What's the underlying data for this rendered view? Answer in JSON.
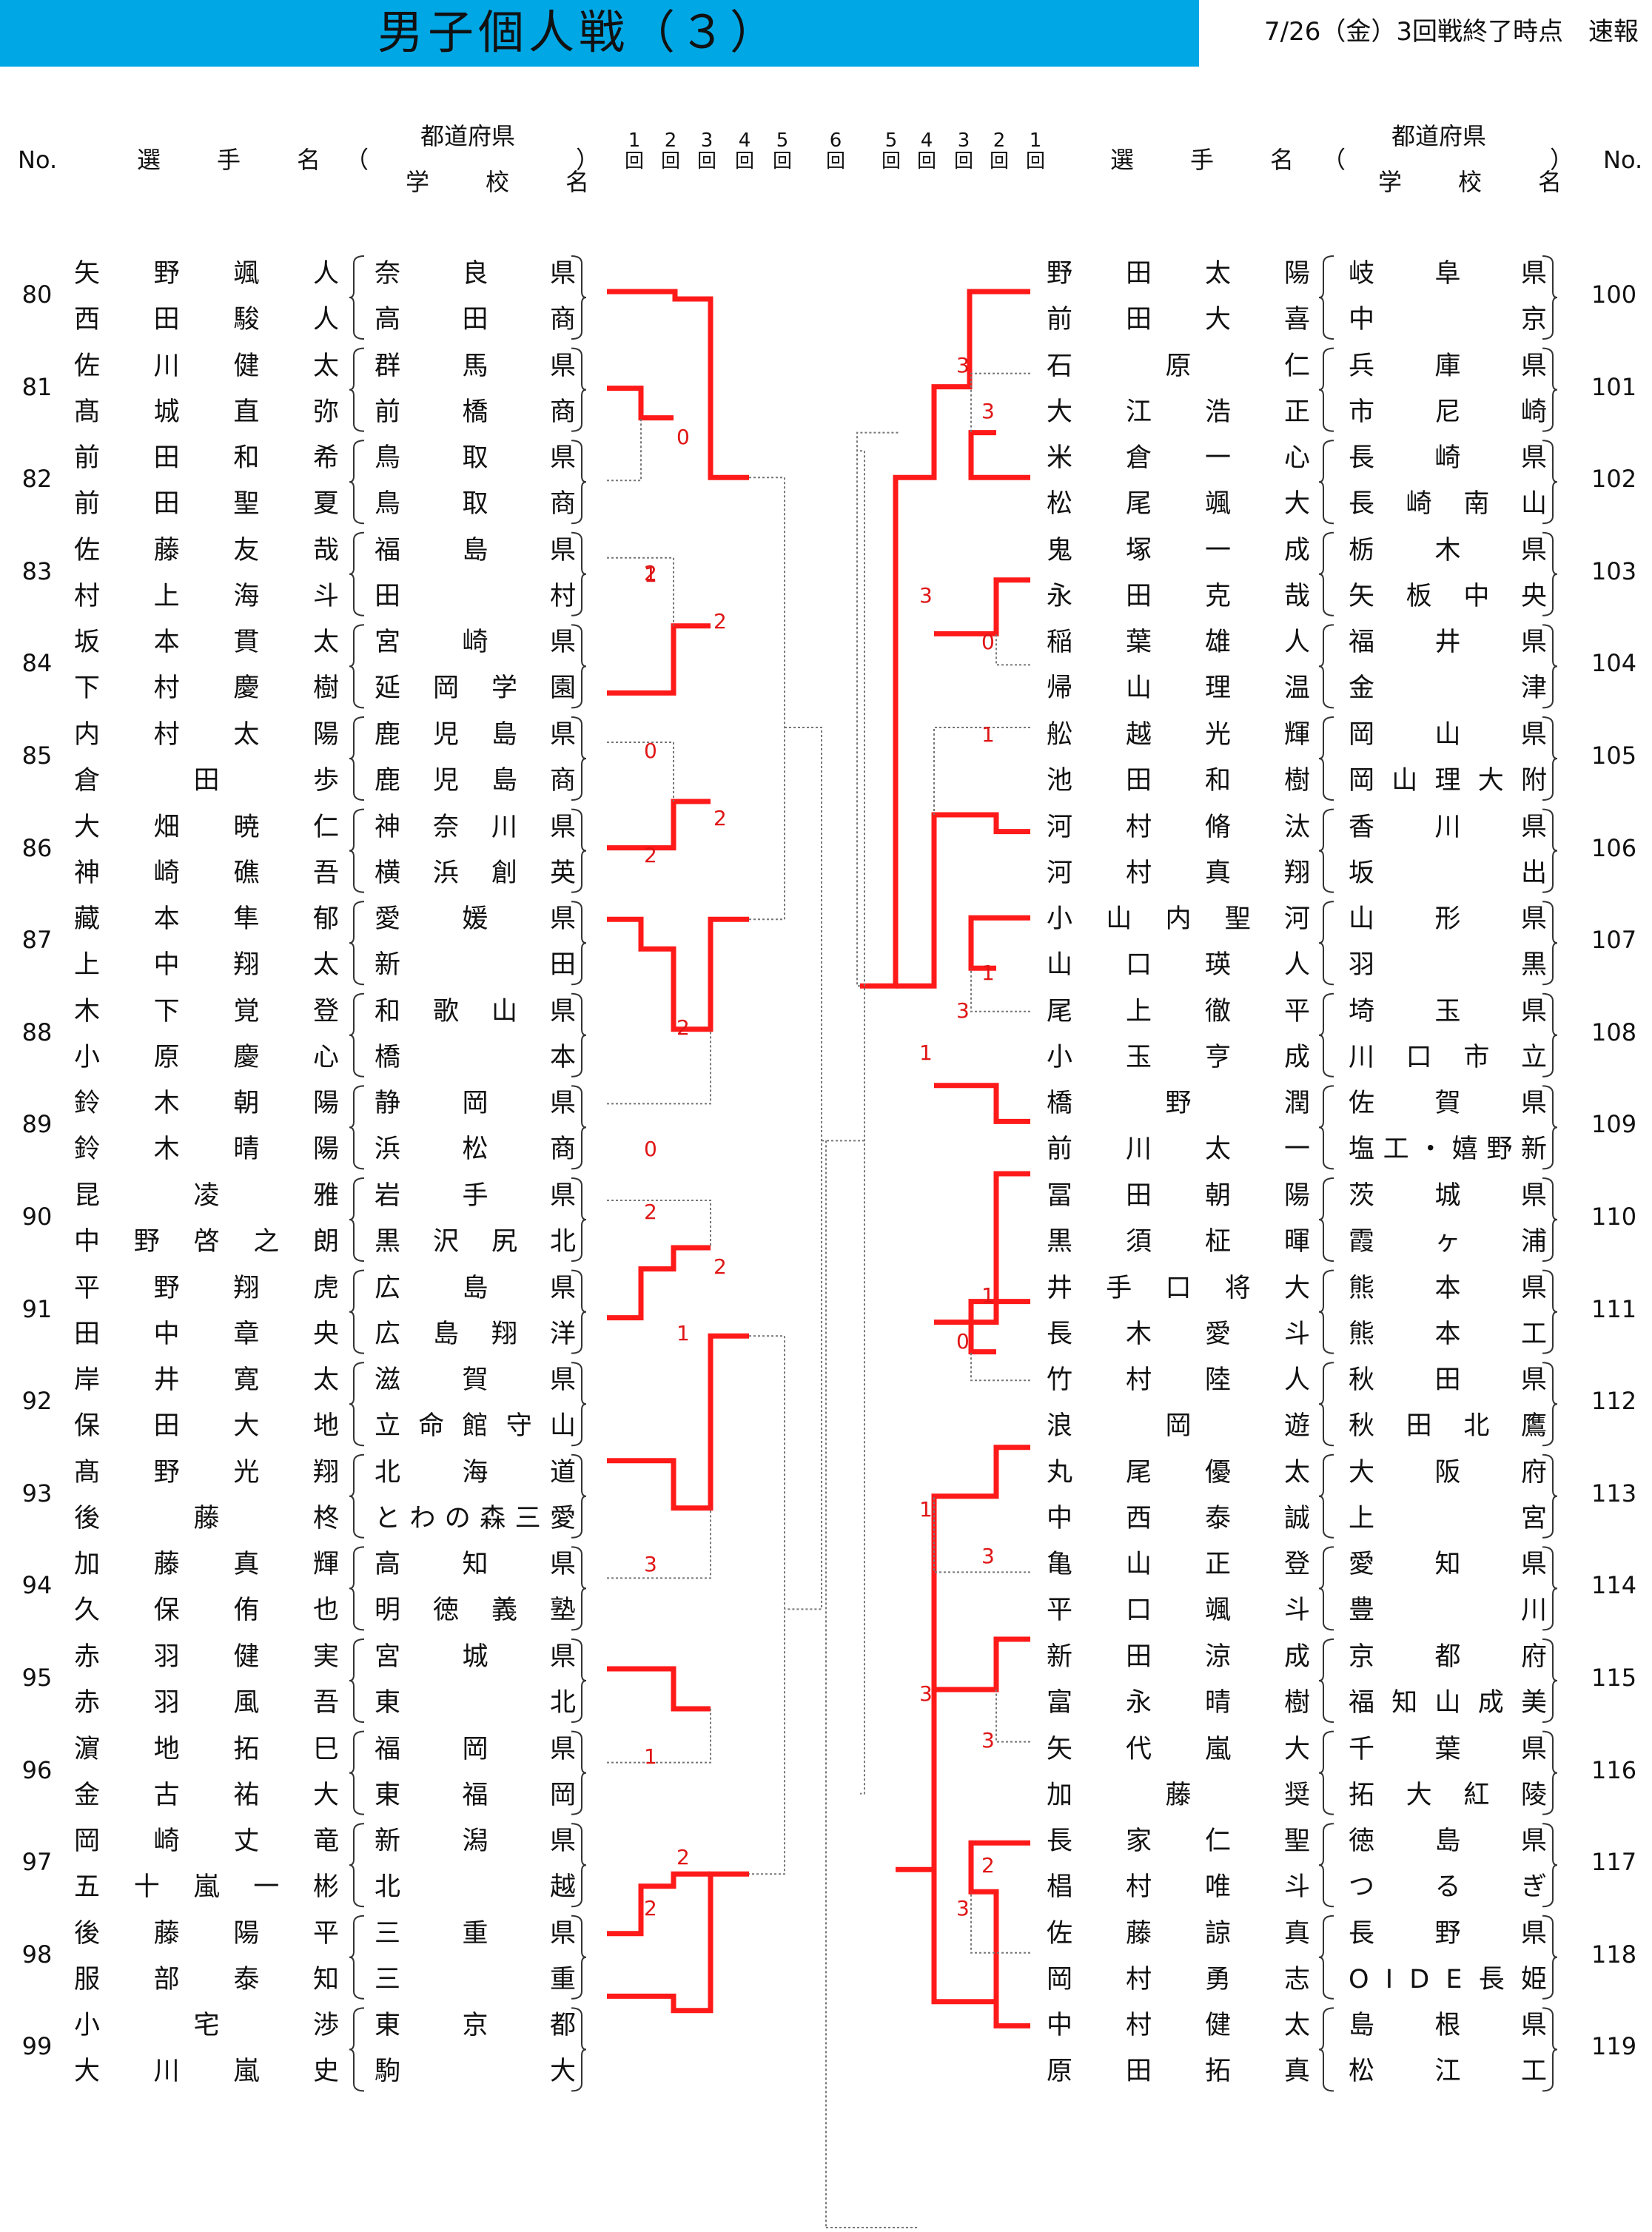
{
  "header": {
    "title": "男子個人戦（３）",
    "status": "7/26（金）3回戦終了時点　速報",
    "no_label": "No.",
    "name_label": "選　手　名",
    "open_paren": "（",
    "close_paren": "）",
    "pref_label": "都道府県",
    "school_label": "学　校　名",
    "round_marker": "回",
    "rounds_left": [
      "1",
      "2",
      "3",
      "4",
      "5",
      "6"
    ],
    "rounds_right": [
      "5",
      "4",
      "3",
      "2",
      "1"
    ]
  },
  "colors": {
    "title_bg": "#00a7e5",
    "winner_line": "#ff1a1a",
    "score": "#e01515",
    "loser_line": "#777777"
  },
  "left_matches": [
    {
      "no": "80",
      "players": [
        {
          "name": "矢野颯人",
          "school": "奈良県"
        },
        {
          "name": "西田駿人",
          "school": "高田商"
        }
      ]
    },
    {
      "no": "81",
      "players": [
        {
          "name": "佐川健太",
          "school": "群馬県"
        },
        {
          "name": "髙城直弥",
          "school": "前橋商"
        }
      ]
    },
    {
      "no": "82",
      "players": [
        {
          "name": "前田和希",
          "school": "鳥取県"
        },
        {
          "name": "前田聖夏",
          "school": "鳥取商"
        }
      ]
    },
    {
      "no": "83",
      "players": [
        {
          "name": "佐藤友哉",
          "school": "福島県"
        },
        {
          "name": "村上海斗",
          "school": "田村"
        }
      ]
    },
    {
      "no": "84",
      "players": [
        {
          "name": "坂本貫太",
          "school": "宮崎県"
        },
        {
          "name": "下村慶樹",
          "school": "延岡学園"
        }
      ]
    },
    {
      "no": "85",
      "players": [
        {
          "name": "内村太陽",
          "school": "鹿児島県"
        },
        {
          "name": "倉田歩",
          "school": "鹿児島商"
        }
      ]
    },
    {
      "no": "86",
      "players": [
        {
          "name": "大畑暁仁",
          "school": "神奈川県"
        },
        {
          "name": "神崎礁吾",
          "school": "横浜創英"
        }
      ]
    },
    {
      "no": "87",
      "players": [
        {
          "name": "藏本隼郁",
          "school": "愛媛県"
        },
        {
          "name": "上中翔太",
          "school": "新田"
        }
      ]
    },
    {
      "no": "88",
      "players": [
        {
          "name": "木下覚登",
          "school": "和歌山県"
        },
        {
          "name": "小原慶心",
          "school": "橋本"
        }
      ]
    },
    {
      "no": "89",
      "players": [
        {
          "name": "鈴木朝陽",
          "school": "静岡県"
        },
        {
          "name": "鈴木晴陽",
          "school": "浜松商"
        }
      ]
    },
    {
      "no": "90",
      "players": [
        {
          "name": "昆凌雅",
          "school": "岩手県"
        },
        {
          "name": "中野啓之朗",
          "school": "黒沢尻北"
        }
      ]
    },
    {
      "no": "91",
      "players": [
        {
          "name": "平野翔虎",
          "school": "広島県"
        },
        {
          "name": "田中章央",
          "school": "広島翔洋"
        }
      ]
    },
    {
      "no": "92",
      "players": [
        {
          "name": "岸井寛太",
          "school": "滋賀県"
        },
        {
          "name": "保田大地",
          "school": "立命館守山"
        }
      ]
    },
    {
      "no": "93",
      "players": [
        {
          "name": "髙野光翔",
          "school": "北海道"
        },
        {
          "name": "後藤柊",
          "school": "とわの森三愛"
        }
      ]
    },
    {
      "no": "94",
      "players": [
        {
          "name": "加藤真輝",
          "school": "高知県"
        },
        {
          "name": "久保侑也",
          "school": "明徳義塾"
        }
      ]
    },
    {
      "no": "95",
      "players": [
        {
          "name": "赤羽健実",
          "school": "宮城県"
        },
        {
          "name": "赤羽風吾",
          "school": "東北"
        }
      ]
    },
    {
      "no": "96",
      "players": [
        {
          "name": "濵地拓巳",
          "school": "福岡県"
        },
        {
          "name": "金古祐大",
          "school": "東福岡"
        }
      ]
    },
    {
      "no": "97",
      "players": [
        {
          "name": "岡崎丈竜",
          "school": "新潟県"
        },
        {
          "name": "五十嵐一彬",
          "school": "北越"
        }
      ]
    },
    {
      "no": "98",
      "players": [
        {
          "name": "後藤陽平",
          "school": "三重県"
        },
        {
          "name": "服部泰知",
          "school": "三重"
        }
      ]
    },
    {
      "no": "99",
      "players": [
        {
          "name": "小宅渉",
          "school": "東京都"
        },
        {
          "name": "大川嵐史",
          "school": "駒大"
        }
      ]
    }
  ],
  "right_matches": [
    {
      "no": "100",
      "players": [
        {
          "name": "野田太陽",
          "school": "岐阜県"
        },
        {
          "name": "前田大喜",
          "school": "中京"
        }
      ]
    },
    {
      "no": "101",
      "players": [
        {
          "name": "石原仁",
          "school": "兵庫県"
        },
        {
          "name": "大江浩正",
          "school": "市尼崎"
        }
      ]
    },
    {
      "no": "102",
      "players": [
        {
          "name": "米倉一心",
          "school": "長崎県"
        },
        {
          "name": "松尾颯大",
          "school": "長崎南山"
        }
      ]
    },
    {
      "no": "103",
      "players": [
        {
          "name": "鬼塚一成",
          "school": "栃木県"
        },
        {
          "name": "永田克哉",
          "school": "矢板中央"
        }
      ]
    },
    {
      "no": "104",
      "players": [
        {
          "name": "稲葉雄人",
          "school": "福井県"
        },
        {
          "name": "帰山理温",
          "school": "金津"
        }
      ]
    },
    {
      "no": "105",
      "players": [
        {
          "name": "舩越光輝",
          "school": "岡山県"
        },
        {
          "name": "池田和樹",
          "school": "岡山理大附"
        }
      ]
    },
    {
      "no": "106",
      "players": [
        {
          "name": "河村脩汰",
          "school": "香川県"
        },
        {
          "name": "河村真翔",
          "school": "坂出"
        }
      ]
    },
    {
      "no": "107",
      "players": [
        {
          "name": "小山内聖河",
          "school": "山形県"
        },
        {
          "name": "山口瑛人",
          "school": "羽黒"
        }
      ]
    },
    {
      "no": "108",
      "players": [
        {
          "name": "尾上徹平",
          "school": "埼玉県"
        },
        {
          "name": "小玉亨成",
          "school": "川口市立"
        }
      ]
    },
    {
      "no": "109",
      "players": [
        {
          "name": "橋野潤",
          "school": "佐賀県"
        },
        {
          "name": "前川太一",
          "school": "塩工・嬉野新"
        }
      ]
    },
    {
      "no": "110",
      "players": [
        {
          "name": "冨田朝陽",
          "school": "茨城県"
        },
        {
          "name": "黒須柾暉",
          "school": "霞ヶ浦"
        }
      ]
    },
    {
      "no": "111",
      "players": [
        {
          "name": "井手口将大",
          "school": "熊本県"
        },
        {
          "name": "長木愛斗",
          "school": "熊本工"
        }
      ]
    },
    {
      "no": "112",
      "players": [
        {
          "name": "竹村陸人",
          "school": "秋田県"
        },
        {
          "name": "浪岡遊",
          "school": "秋田北鷹"
        }
      ]
    },
    {
      "no": "113",
      "players": [
        {
          "name": "丸尾優太",
          "school": "大阪府"
        },
        {
          "name": "中西泰誠",
          "school": "上宮"
        }
      ]
    },
    {
      "no": "114",
      "players": [
        {
          "name": "亀山正登",
          "school": "愛知県"
        },
        {
          "name": "平口颯斗",
          "school": "豊川"
        }
      ]
    },
    {
      "no": "115",
      "players": [
        {
          "name": "新田涼成",
          "school": "京都府"
        },
        {
          "name": "富永晴樹",
          "school": "福知山成美"
        }
      ]
    },
    {
      "no": "116",
      "players": [
        {
          "name": "矢代嵐大",
          "school": "千葉県"
        },
        {
          "name": "加藤奨",
          "school": "拓大紅陵"
        }
      ]
    },
    {
      "no": "117",
      "players": [
        {
          "name": "長家仁聖",
          "school": "徳島県"
        },
        {
          "name": "椙村唯斗",
          "school": "つるぎ"
        }
      ]
    },
    {
      "no": "118",
      "players": [
        {
          "name": "佐藤諒真",
          "school": "長野県"
        },
        {
          "name": "岡村勇志",
          "school": "OIDE長姫"
        }
      ]
    },
    {
      "no": "119",
      "players": [
        {
          "name": "中村健太",
          "school": "島根県"
        },
        {
          "name": "原田拓真",
          "school": "松江工"
        }
      ]
    }
  ],
  "scores": {
    "left": [
      {
        "block": 1,
        "row": 2.8,
        "col": "r2",
        "value": "2"
      },
      {
        "block": 2,
        "row": 0.05,
        "col": "r2b",
        "value": "0"
      },
      {
        "block": 3,
        "row": 0.6,
        "col": "r2",
        "value": "1"
      },
      {
        "block": 4,
        "row": 0.05,
        "col": "r3",
        "value": "2"
      },
      {
        "block": 5,
        "row": 0.5,
        "col": "r2",
        "value": "0"
      },
      {
        "block": 6,
        "row": 0.2,
        "col": "r3",
        "value": "2"
      },
      {
        "block": 6,
        "row": 0.65,
        "col": "r2",
        "value": "2"
      },
      {
        "block": 8,
        "row": 0.5,
        "col": "r2b",
        "value": "2"
      },
      {
        "block": 9,
        "row": 0.85,
        "col": "r2",
        "value": "0"
      },
      {
        "block": 10,
        "row": 0.5,
        "col": "r2",
        "value": "2"
      },
      {
        "block": 11,
        "row": 0.05,
        "col": "r3",
        "value": "2"
      },
      {
        "block": 11,
        "row": 0.85,
        "col": "r2b",
        "value": "1"
      },
      {
        "block": 14,
        "row": 0.3,
        "col": "r2",
        "value": "3"
      },
      {
        "block": 16,
        "row": 0.4,
        "col": "r2",
        "value": "1"
      },
      {
        "block": 17,
        "row": 0.5,
        "col": "r2b",
        "value": "2"
      },
      {
        "block": 18,
        "row": 0.0,
        "col": "r2",
        "value": "2"
      }
    ],
    "right": [
      {
        "block": 1,
        "row": 0.3,
        "col": "r2b",
        "value": "3"
      },
      {
        "block": 1,
        "row": 0.85,
        "col": "r2",
        "value": "3"
      },
      {
        "block": 3,
        "row": 0.85,
        "col": "r3",
        "value": "3"
      },
      {
        "block": 4,
        "row": 0.3,
        "col": "r2",
        "value": "0"
      },
      {
        "block": 5,
        "row": 0.3,
        "col": "r2",
        "value": "1"
      },
      {
        "block": 7,
        "row": 0.95,
        "col": "r2",
        "value": "1"
      },
      {
        "block": 8,
        "row": 0.3,
        "col": "r2b",
        "value": "3"
      },
      {
        "block": 8,
        "row": 0.8,
        "col": "r3",
        "value": "1"
      },
      {
        "block": 11,
        "row": 0.4,
        "col": "r2",
        "value": "1"
      },
      {
        "block": 11,
        "row": 0.95,
        "col": "r2b",
        "value": "0"
      },
      {
        "block": 13,
        "row": 0.75,
        "col": "r3",
        "value": "1"
      },
      {
        "block": 14,
        "row": 0.2,
        "col": "r2",
        "value": "3"
      },
      {
        "block": 15,
        "row": 0.75,
        "col": "r3",
        "value": "3"
      },
      {
        "block": 16,
        "row": 0.2,
        "col": "r2",
        "value": "3"
      },
      {
        "block": 17,
        "row": 0.6,
        "col": "r2",
        "value": "2"
      },
      {
        "block": 18,
        "row": 0.0,
        "col": "r2b",
        "value": "3"
      }
    ]
  }
}
